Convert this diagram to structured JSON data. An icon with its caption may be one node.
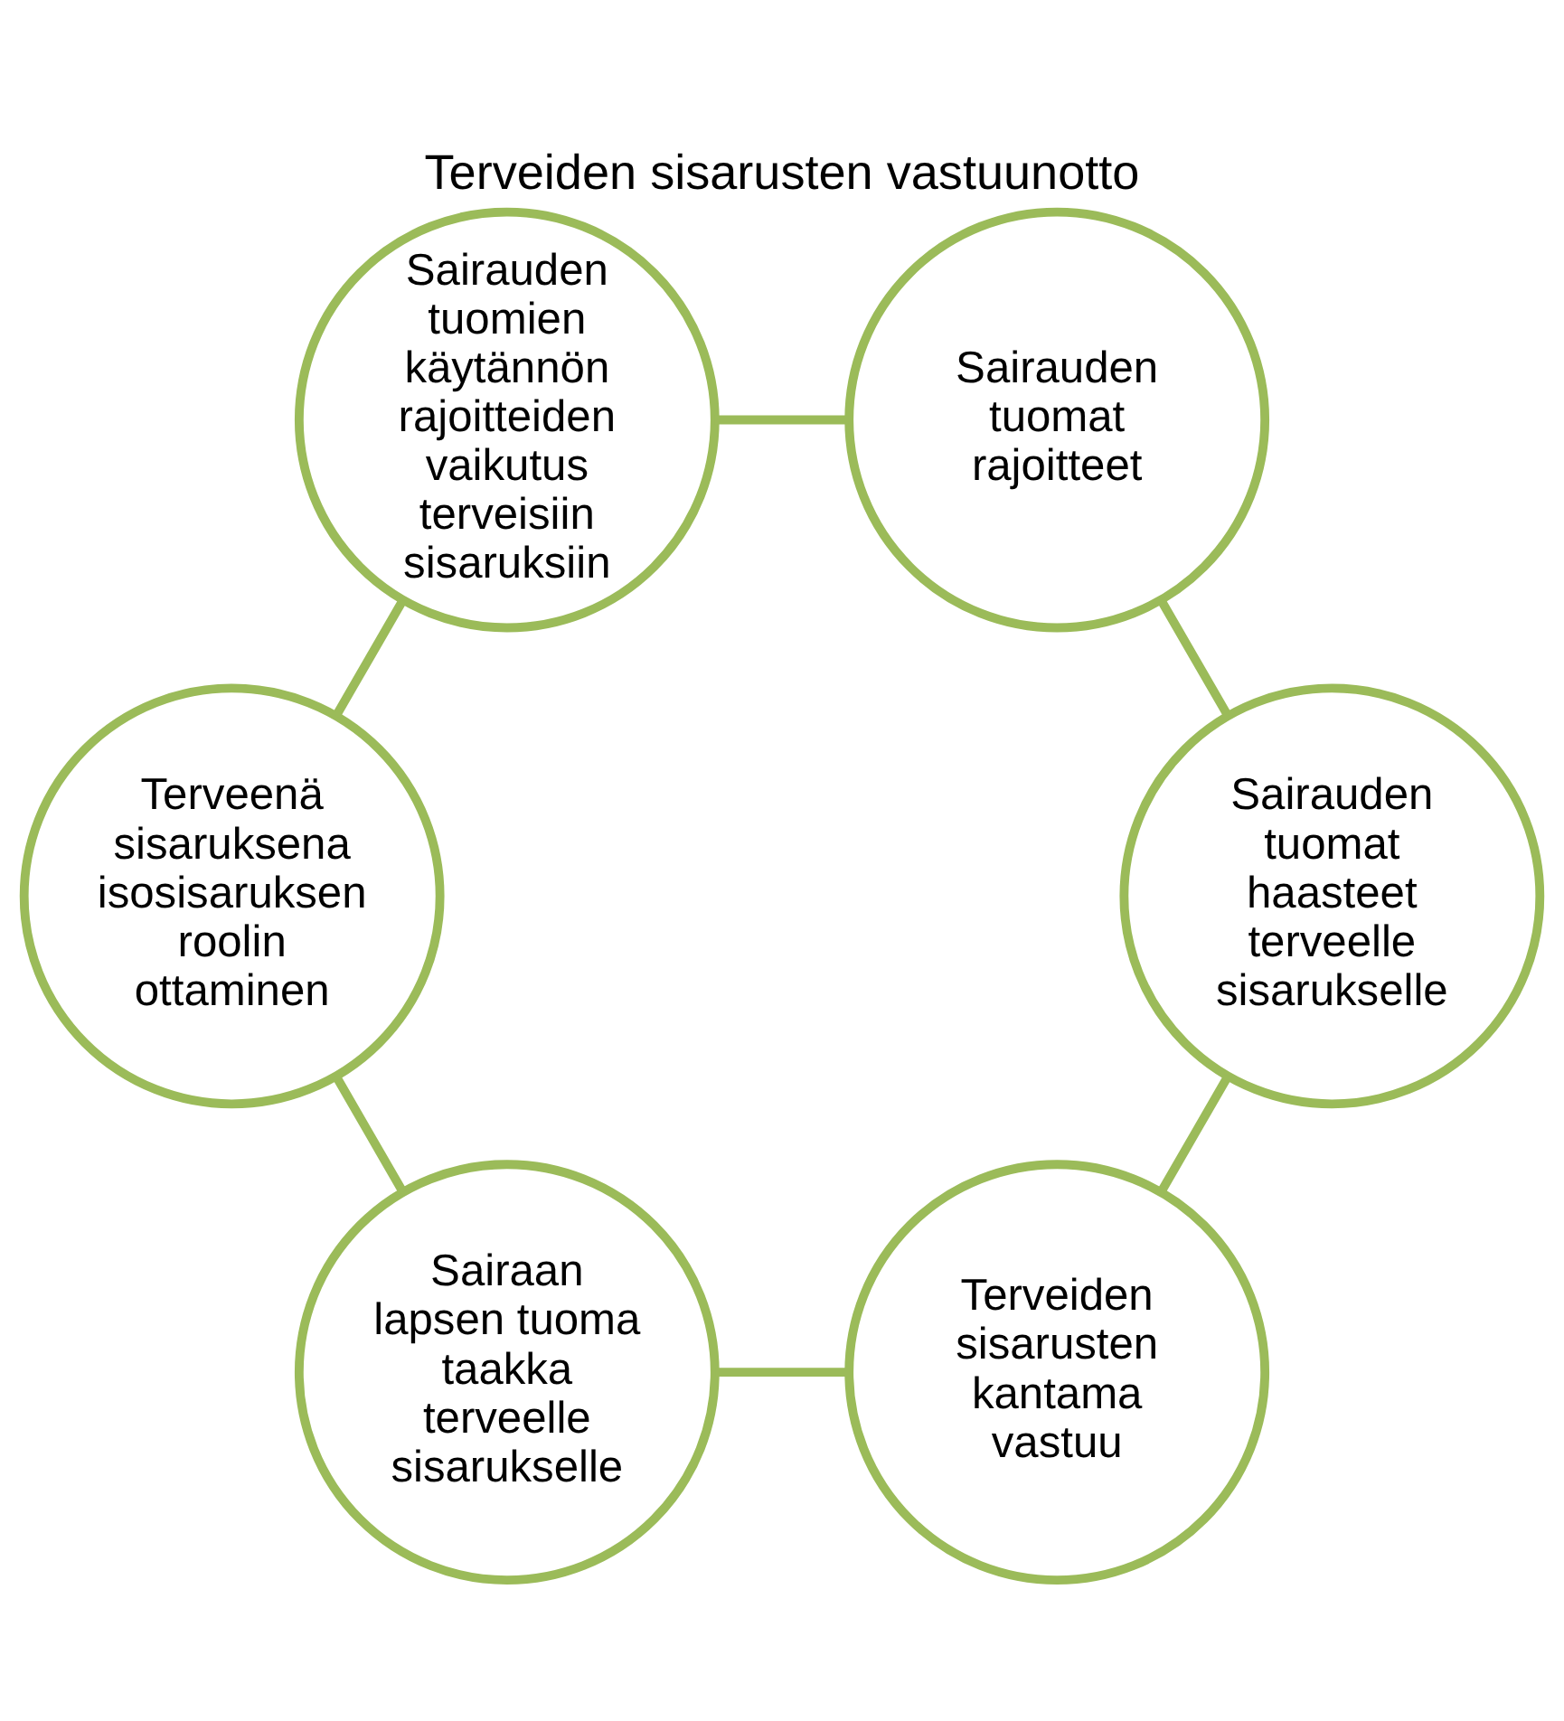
{
  "diagram": {
    "title": "Terveiden sisarusten vastuunotto",
    "nodes": [
      {
        "text": [
          "Terveiden sisarusten kantama vastuu"
        ]
      },
      {
        "text": [
          "Sairaan lapsen tuoma taakka terveelle sisarukselle"
        ]
      },
      {
        "text": [
          "Terveenä sisaruksena isosisaruksen roolin ottaminen"
        ]
      },
      {
        "text": [
          "Sairauden tuomien käytännön rajoitteiden vaikutus terveisiin sisaruksiin"
        ]
      },
      {
        "text": [
          "Sairauden tuomat rajoitteet"
        ]
      },
      {
        "text": [
          "Sairauden tuomat haasteet terveelle sisarukselle"
        ]
      }
    ],
    "edges": [
      {
        "from": 0,
        "to": 1,
        "arrow": "none"
      },
      {
        "from": 1,
        "to": 2,
        "arrow": "none"
      },
      {
        "from": 2,
        "to": 3,
        "arrow": "none"
      },
      {
        "from": 3,
        "to": 4,
        "arrow": "none"
      },
      {
        "from": 4,
        "to": 5,
        "arrow": "none"
      },
      {
        "from": 5,
        "to": 0,
        "arrow": "none"
      }
    ]
  }
}
